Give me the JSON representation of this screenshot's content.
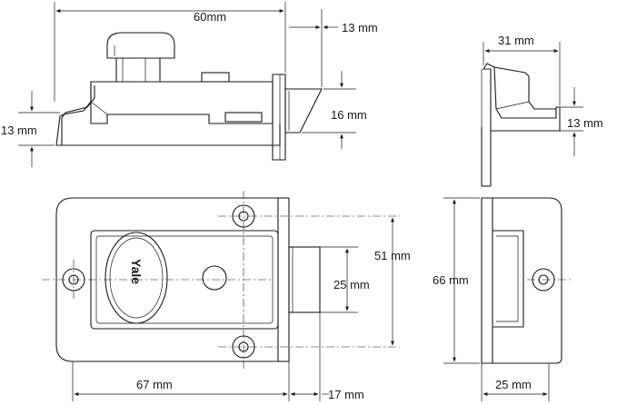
{
  "brand": "Yale",
  "dimensions": {
    "top_length": "60mm",
    "top_bolt_projection": "13 mm",
    "top_left_height": "13 mm",
    "top_bolt_height": "16 mm",
    "side_width": "31 mm",
    "side_height": "13 mm",
    "front_height": "51 mm",
    "front_bolt_height": "25 mm",
    "side_view_height": "66 mm",
    "front_width": "67 mm",
    "front_bolt_width": "17 mm",
    "side_view_width": "25 mm"
  }
}
